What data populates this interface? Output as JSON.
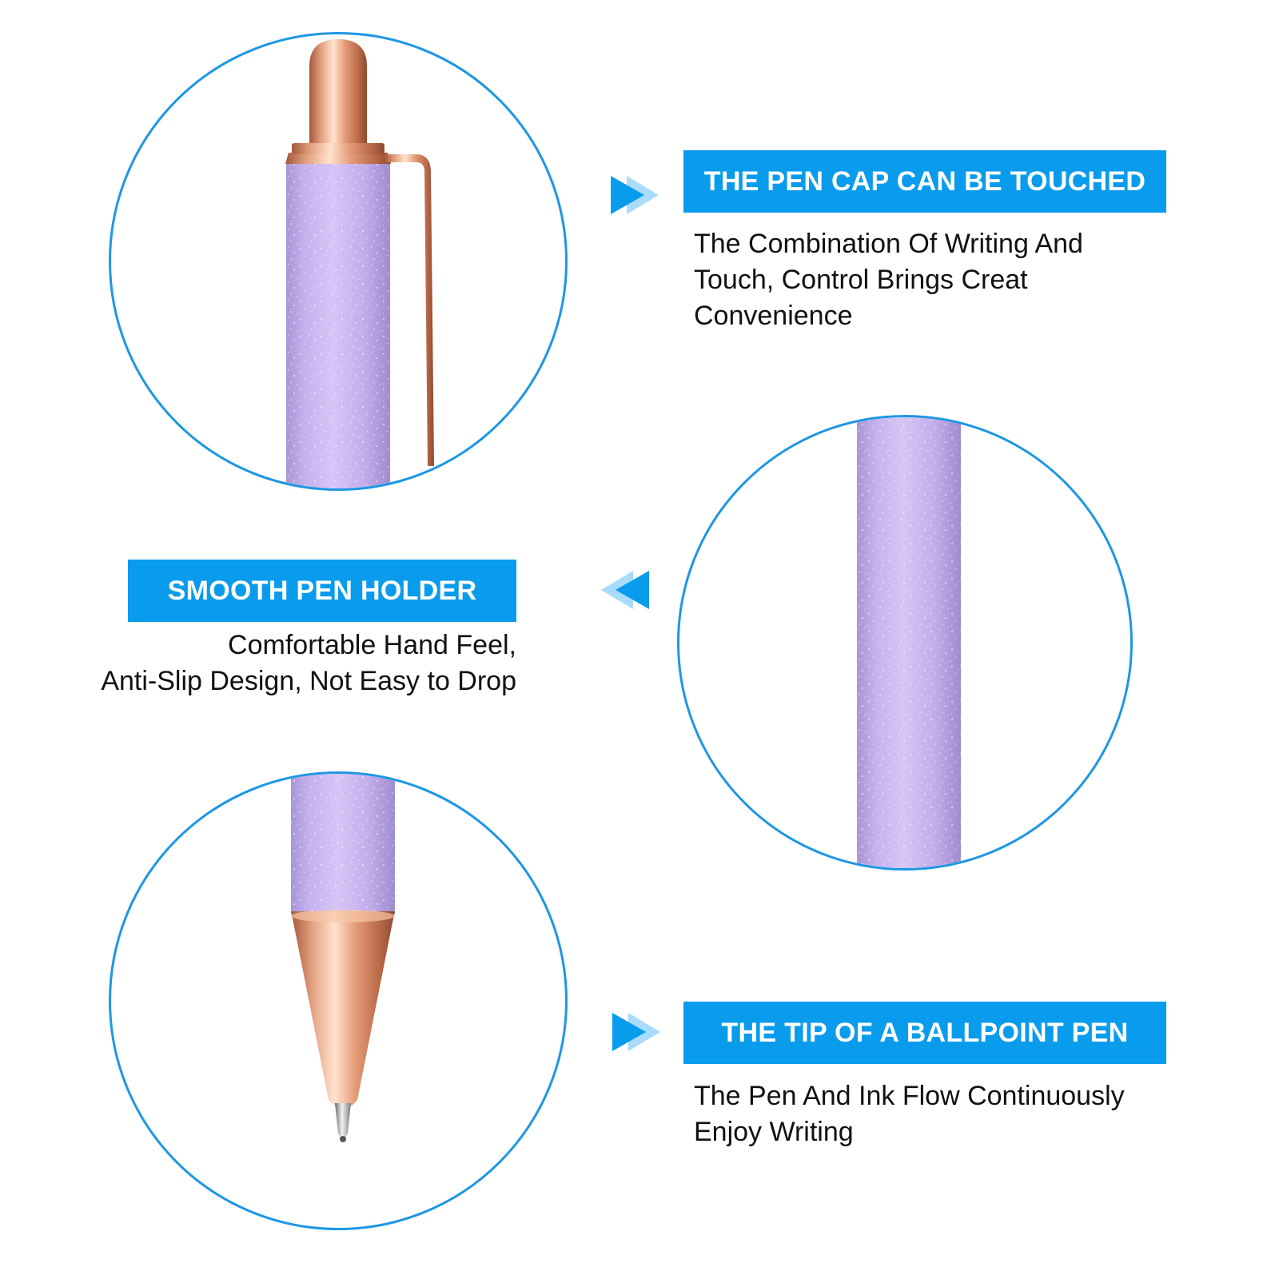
{
  "colors": {
    "accent": "#0a9cec",
    "circle_border": "#1d97e3",
    "arrow_light": "#a9dcfa",
    "pen_body": "#c7b2ee",
    "rose_gold": "#e4a483"
  },
  "sections": [
    {
      "title": "THE PEN CAP CAN BE TOUCHED",
      "description_lines": [
        "The Combination Of Writing And",
        "Touch, Control Brings Creat",
        "Convenience"
      ],
      "arrow_direction": "right"
    },
    {
      "title": "SMOOTH PEN HOLDER",
      "description_lines": [
        "Comfortable Hand Feel,",
        "Anti-Slip Design, Not Easy to Drop"
      ],
      "arrow_direction": "left"
    },
    {
      "title": "THE TIP OF A BALLPOINT PEN",
      "description_lines": [
        "The Pen And Ink Flow Continuously",
        "Enjoy Writing"
      ],
      "arrow_direction": "right"
    }
  ]
}
